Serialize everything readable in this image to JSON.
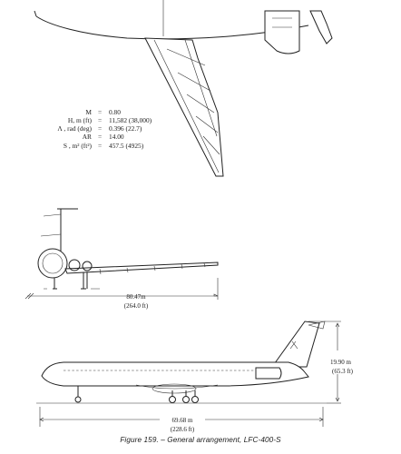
{
  "params": [
    {
      "label": "M",
      "eq": "=",
      "value": "0.80"
    },
    {
      "label": "H, m (ft)",
      "eq": "=",
      "value": "11,582 (38,000)"
    },
    {
      "label": "Λ , rad (deg)",
      "eq": "=",
      "value": "0.396 (22.7)"
    },
    {
      "label": "AR",
      "eq": "=",
      "value": "14.00"
    },
    {
      "label": "S , m² (ft²)",
      "eq": "=",
      "value": "457.5 (4925)"
    }
  ],
  "dimensions": {
    "span_m": "80.47m",
    "span_ft": "(264.0 ft)",
    "height_m": "19.90 m",
    "height_ft": "(65.3 ft)",
    "length_m": "69.68 m",
    "length_ft": "(228.6 ft)"
  },
  "caption": "Figure  159.  –  General arrangement, LFC-400-S"
}
